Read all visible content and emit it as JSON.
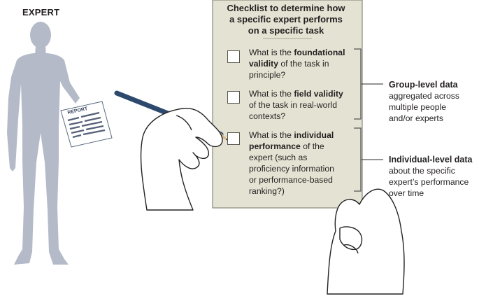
{
  "expert_label": "EXPERT",
  "report_label": "REPORT",
  "checklist": {
    "title_lines": [
      "Checklist to determine how",
      "a specific expert performs",
      "on a specific task"
    ],
    "items": [
      {
        "lines": [
          [
            "What is the ",
            {
              "b": "foundational"
            }
          ],
          [
            {
              "b": "validity"
            },
            " of the task in"
          ],
          [
            "principle?"
          ]
        ]
      },
      {
        "lines": [
          [
            "What is the ",
            {
              "b": "field validity"
            }
          ],
          [
            "of the task in real-world"
          ],
          [
            "contexts?"
          ]
        ]
      },
      {
        "lines": [
          [
            "What is the ",
            {
              "b": "individual"
            }
          ],
          [
            {
              "b": "performance"
            },
            " of the"
          ],
          [
            "expert (such as"
          ],
          [
            "proficiency information"
          ],
          [
            "or performance-based"
          ],
          [
            "ranking?)"
          ]
        ]
      }
    ]
  },
  "groups": [
    {
      "title": "Group-level data",
      "desc_lines": [
        "aggregated across",
        "multiple people",
        "and/or experts"
      ]
    },
    {
      "title": "Individual-level data",
      "desc_lines": [
        "about the specific",
        "expert’s performance",
        "over time"
      ]
    }
  ],
  "colors": {
    "card_fill": "#e4e3d3",
    "card_stroke": "#8a8878",
    "silhouette": "#b4bac8",
    "pencil": "#2d4a6e",
    "bracket": "#555555"
  }
}
